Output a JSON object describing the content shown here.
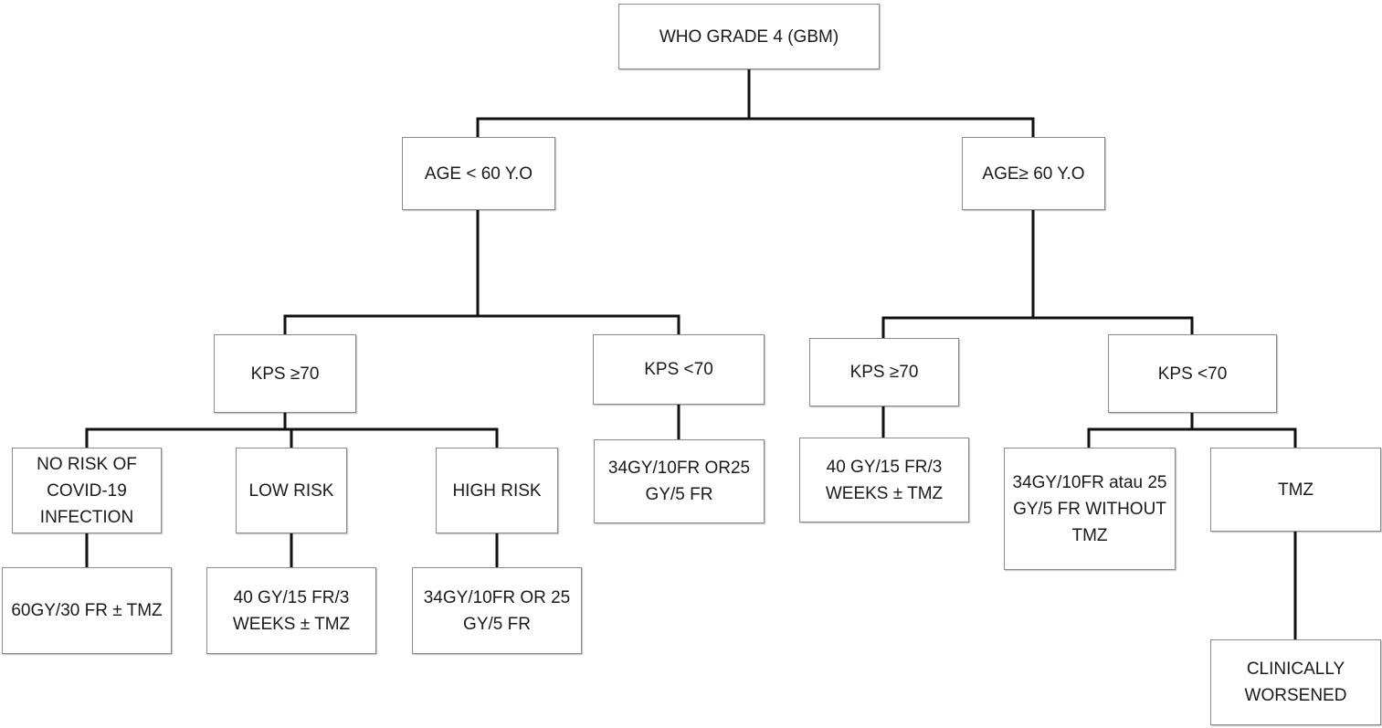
{
  "nodes": {
    "root": "WHO GRADE 4 (GBM)",
    "age_under_60": "AGE < 60 Y.O",
    "age_60_plus": "AGE≥ 60 Y.O",
    "young_kps_high": "KPS ≥70",
    "young_kps_low": "KPS <70",
    "old_kps_high": "KPS ≥70",
    "old_kps_low": "KPS <70",
    "no_risk": "NO RISK OF COVID-19 INFECTION",
    "low_risk": "LOW RISK",
    "high_risk": "HIGH RISK",
    "young_kps_low_regimen": "34GY/10FR OR25 GY/5 FR",
    "old_kps_high_regimen": "40 GY/15 FR/3 WEEKS ± TMZ",
    "old_kps_low_regimen": "34GY/10FR atau 25 GY/5 FR WITHOUT TMZ",
    "tmz": "TMZ",
    "no_risk_regimen": "60GY/30 FR ± TMZ",
    "low_risk_regimen": "40 GY/15 FR/3 WEEKS ± TMZ",
    "high_risk_regimen": "34GY/10FR OR 25 GY/5 FR",
    "clinically_worsened": "CLINICALLY WORSENED"
  }
}
